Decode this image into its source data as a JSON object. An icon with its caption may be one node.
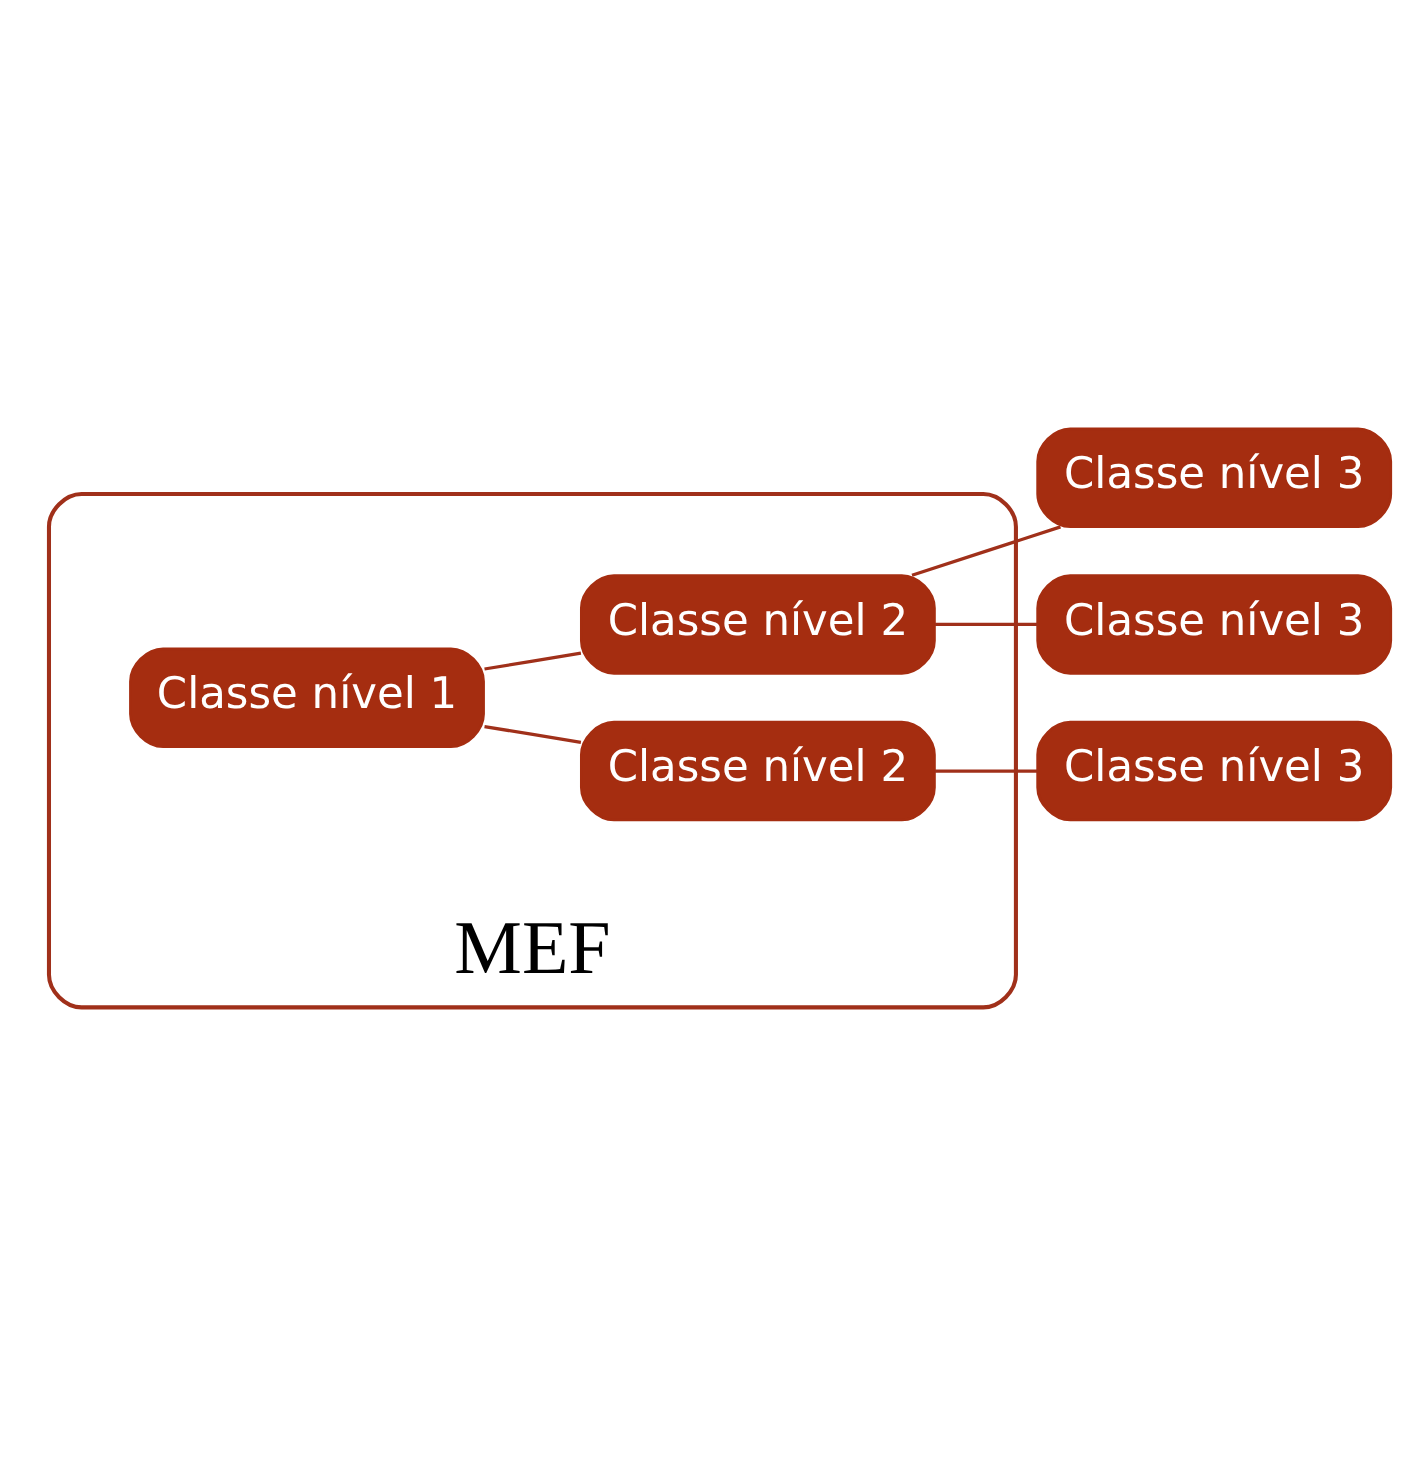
{
  "diagram": {
    "nodes": [
      {
        "text": [
          "MEF"
        ]
      },
      {
        "text": [
          "Classe nível 1"
        ],
        "in": 0
      },
      {
        "text": [
          "Classe nível 2"
        ],
        "in": 0
      },
      {
        "text": [
          "Classe nível 2"
        ],
        "in": 0
      },
      {
        "text": [
          "Classe nível 3"
        ]
      },
      {
        "text": [
          "Classe nível 3"
        ]
      },
      {
        "text": [
          "Classe nível 3"
        ]
      }
    ],
    "edges": [
      {
        "from": 1,
        "to": 2,
        "arrow": "none"
      },
      {
        "from": 1,
        "to": 3,
        "arrow": "none"
      },
      {
        "from": 2,
        "to": 4,
        "arrow": "none"
      },
      {
        "from": 2,
        "to": 5,
        "arrow": "none"
      },
      {
        "from": 3,
        "to": 6,
        "arrow": "none"
      }
    ]
  }
}
